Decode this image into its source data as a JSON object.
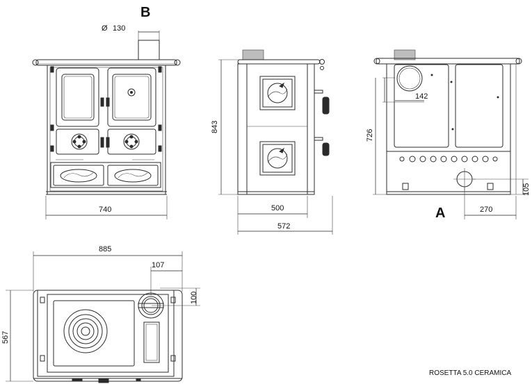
{
  "labels": {
    "view_b": "B",
    "view_a": "A",
    "flue_diameter_symbol": "Ø",
    "flue_diameter": "130",
    "front_width": "740",
    "height_total": "843",
    "side_depth_body": "500",
    "side_depth_total": "572",
    "flue_inner": "142",
    "back_height": "726",
    "flue_offset_side": "270",
    "flue_height_low": "105",
    "top_width": "885",
    "top_flue_offset": "107",
    "top_flue_depth": "100",
    "top_depth": "567",
    "model_name": "ROSETTA 5.0 CERAMICA"
  }
}
